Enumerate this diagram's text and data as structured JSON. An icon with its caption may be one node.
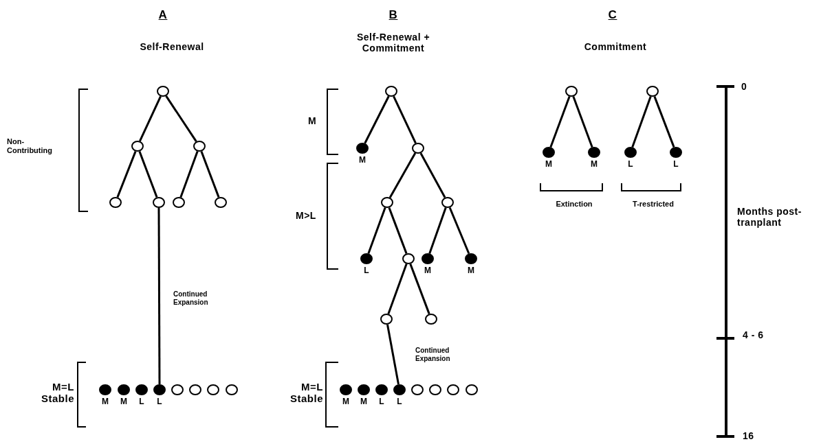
{
  "diagram": {
    "nodes": [
      {
        "text": [],
        "shape": "circle"
      },
      {
        "text": [],
        "shape": "circle"
      },
      {
        "text": [],
        "shape": "circle"
      },
      {
        "text": [],
        "shape": "circle"
      },
      {
        "text": [],
        "shape": "circle"
      },
      {
        "text": [],
        "shape": "circle"
      },
      {
        "text": [],
        "shape": "circle"
      },
      {
        "text": [],
        "shape": "dot",
        "beside": [
          "M"
        ]
      },
      {
        "text": [],
        "shape": "dot",
        "beside": [
          "M"
        ]
      },
      {
        "text": [],
        "shape": "dot",
        "beside": [
          "L"
        ]
      },
      {
        "text": [],
        "shape": "dot",
        "beside": [
          "L"
        ]
      },
      {
        "text": [],
        "shape": "circle"
      },
      {
        "text": [],
        "shape": "circle"
      },
      {
        "text": [],
        "shape": "circle"
      },
      {
        "text": [],
        "shape": "circle"
      },
      {
        "text": [],
        "shape": "circle"
      },
      {
        "text": [],
        "shape": "dot",
        "beside": [
          "M"
        ]
      },
      {
        "text": [],
        "shape": "circle"
      },
      {
        "text": [],
        "shape": "circle"
      },
      {
        "text": [],
        "shape": "circle"
      },
      {
        "text": [],
        "shape": "dot",
        "beside": [
          "L"
        ]
      },
      {
        "text": [],
        "shape": "circle"
      },
      {
        "text": [],
        "shape": "dot",
        "beside": [
          "M"
        ]
      },
      {
        "text": [],
        "shape": "dot",
        "beside": [
          "M"
        ]
      },
      {
        "text": [],
        "shape": "circle"
      },
      {
        "text": [],
        "shape": "circle"
      },
      {
        "text": [],
        "shape": "dot",
        "beside": [
          "M"
        ]
      },
      {
        "text": [],
        "shape": "dot",
        "beside": [
          "M"
        ]
      },
      {
        "text": [],
        "shape": "dot",
        "beside": [
          "L"
        ]
      },
      {
        "text": [],
        "shape": "dot",
        "beside": [
          "L"
        ]
      },
      {
        "text": [],
        "shape": "circle"
      },
      {
        "text": [],
        "shape": "circle"
      },
      {
        "text": [],
        "shape": "circle"
      },
      {
        "text": [],
        "shape": "circle"
      },
      {
        "text": [],
        "shape": "circle"
      },
      {
        "text": [],
        "shape": "dot",
        "beside": [
          "M"
        ]
      },
      {
        "text": [],
        "shape": "dot",
        "beside": [
          "M"
        ]
      },
      {
        "text": [],
        "shape": "circle"
      },
      {
        "text": [],
        "shape": "dot",
        "beside": [
          "L"
        ]
      },
      {
        "text": [],
        "shape": "dot",
        "beside": [
          "L"
        ]
      }
    ],
    "edges": [
      {
        "from": 0,
        "to": 1,
        "arrow": "none"
      },
      {
        "from": 0,
        "to": 2,
        "arrow": "none"
      },
      {
        "from": 1,
        "to": 3,
        "arrow": "none"
      },
      {
        "from": 1,
        "to": 4,
        "arrow": "none"
      },
      {
        "from": 2,
        "to": 5,
        "arrow": "none"
      },
      {
        "from": 2,
        "to": 6,
        "arrow": "none"
      },
      {
        "from": 4,
        "to": 10,
        "arrow": "none",
        "label": "Continued Expansion"
      },
      {
        "from": 15,
        "to": 16,
        "arrow": "none"
      },
      {
        "from": 15,
        "to": 17,
        "arrow": "none"
      },
      {
        "from": 17,
        "to": 18,
        "arrow": "none"
      },
      {
        "from": 17,
        "to": 19,
        "arrow": "none"
      },
      {
        "from": 18,
        "to": 20,
        "arrow": "none"
      },
      {
        "from": 18,
        "to": 21,
        "arrow": "none"
      },
      {
        "from": 19,
        "to": 22,
        "arrow": "none"
      },
      {
        "from": 19,
        "to": 23,
        "arrow": "none"
      },
      {
        "from": 21,
        "to": 24,
        "arrow": "none"
      },
      {
        "from": 21,
        "to": 25,
        "arrow": "none"
      },
      {
        "from": 24,
        "to": 29,
        "arrow": "none",
        "label": "Continued Expansion"
      },
      {
        "from": 34,
        "to": 35,
        "arrow": "none"
      },
      {
        "from": 34,
        "to": 36,
        "arrow": "none"
      },
      {
        "from": 37,
        "to": 38,
        "arrow": "none"
      },
      {
        "from": 37,
        "to": 39,
        "arrow": "none"
      }
    ],
    "labels": [
      "A",
      "Self-Renewal",
      "B",
      "Self-Renewal + Commitment",
      "C",
      "Commitment",
      "Non-Contributing",
      "M",
      "M>L",
      "Extinction",
      "T-restricted",
      "0",
      "Months post-tranplant",
      "4 - 6",
      "M=L Stable",
      "M=L Stable",
      "16"
    ]
  }
}
